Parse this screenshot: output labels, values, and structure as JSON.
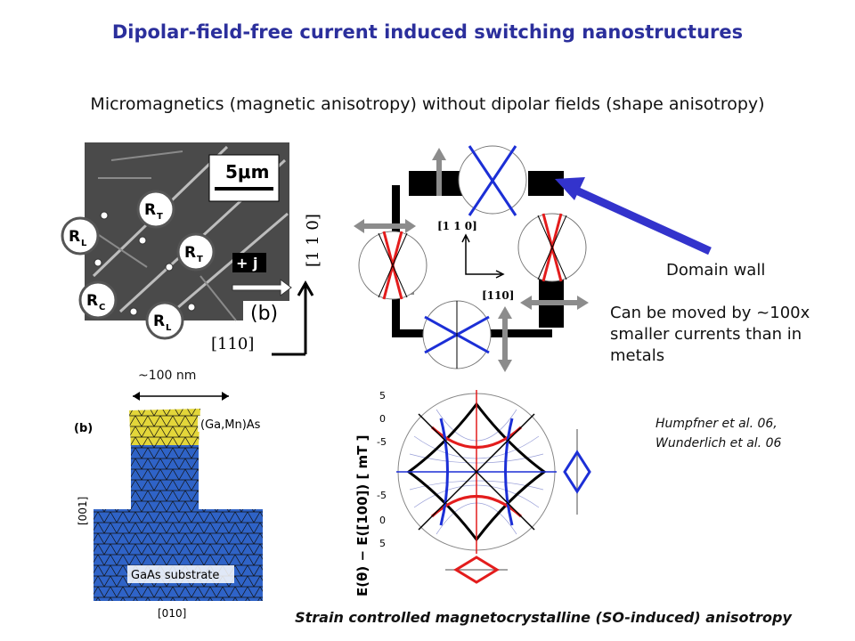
{
  "slide": {
    "title": "Dipolar-field-free current induced switching nanostructures",
    "subtitle": "Micromagnetics (magnetic anisotropy) without dipolar fields (shape anisotropy)",
    "domain_wall_label": "Domain wall",
    "moved_text": "Can be moved by ~100x smaller currents than in metals",
    "references": [
      "Humpfner et al. 06,",
      "Wunderlich et al. 06"
    ],
    "footer": "Strain controlled magnetocrystalline (SO-induced) anisotropy",
    "scale_label": "~100 nm"
  },
  "sem_panel": {
    "scalebar": "5μm",
    "panel_letter": "(b)",
    "current_label": "+ j",
    "axis_vertical": "[1 1 0]",
    "axis_horizontal": "[110]",
    "contacts": [
      {
        "main": "R",
        "sub": "T"
      },
      {
        "main": "R",
        "sub": "L"
      },
      {
        "main": "R",
        "sub": "T"
      },
      {
        "main": "R",
        "sub": "C"
      },
      {
        "main": "R",
        "sub": "L"
      }
    ]
  },
  "mesh_panel": {
    "panel_letter": "(b)",
    "top_label": "(Ga,Mn)As",
    "bottom_label": "GaAs substrate",
    "axis_vertical": "[001]",
    "axis_horizontal": "[010]"
  },
  "diagram": {
    "axis_1": "[1 1 0]",
    "axis_2": "[110]"
  },
  "energy_plot": {
    "ylabel": "E(θ) − E([100]) [ mT ]",
    "ticks_top": [
      "5",
      "0",
      "-5"
    ],
    "ticks_bottom": [
      "-5",
      "0",
      "5"
    ]
  },
  "colors": {
    "title": "#2b2f9c",
    "arrow": "#3333cc",
    "red": "#e31c1c",
    "blue": "#1c2fd6",
    "mesh_yellow": "#e3d63a",
    "mesh_blue": "#2f63c7"
  }
}
